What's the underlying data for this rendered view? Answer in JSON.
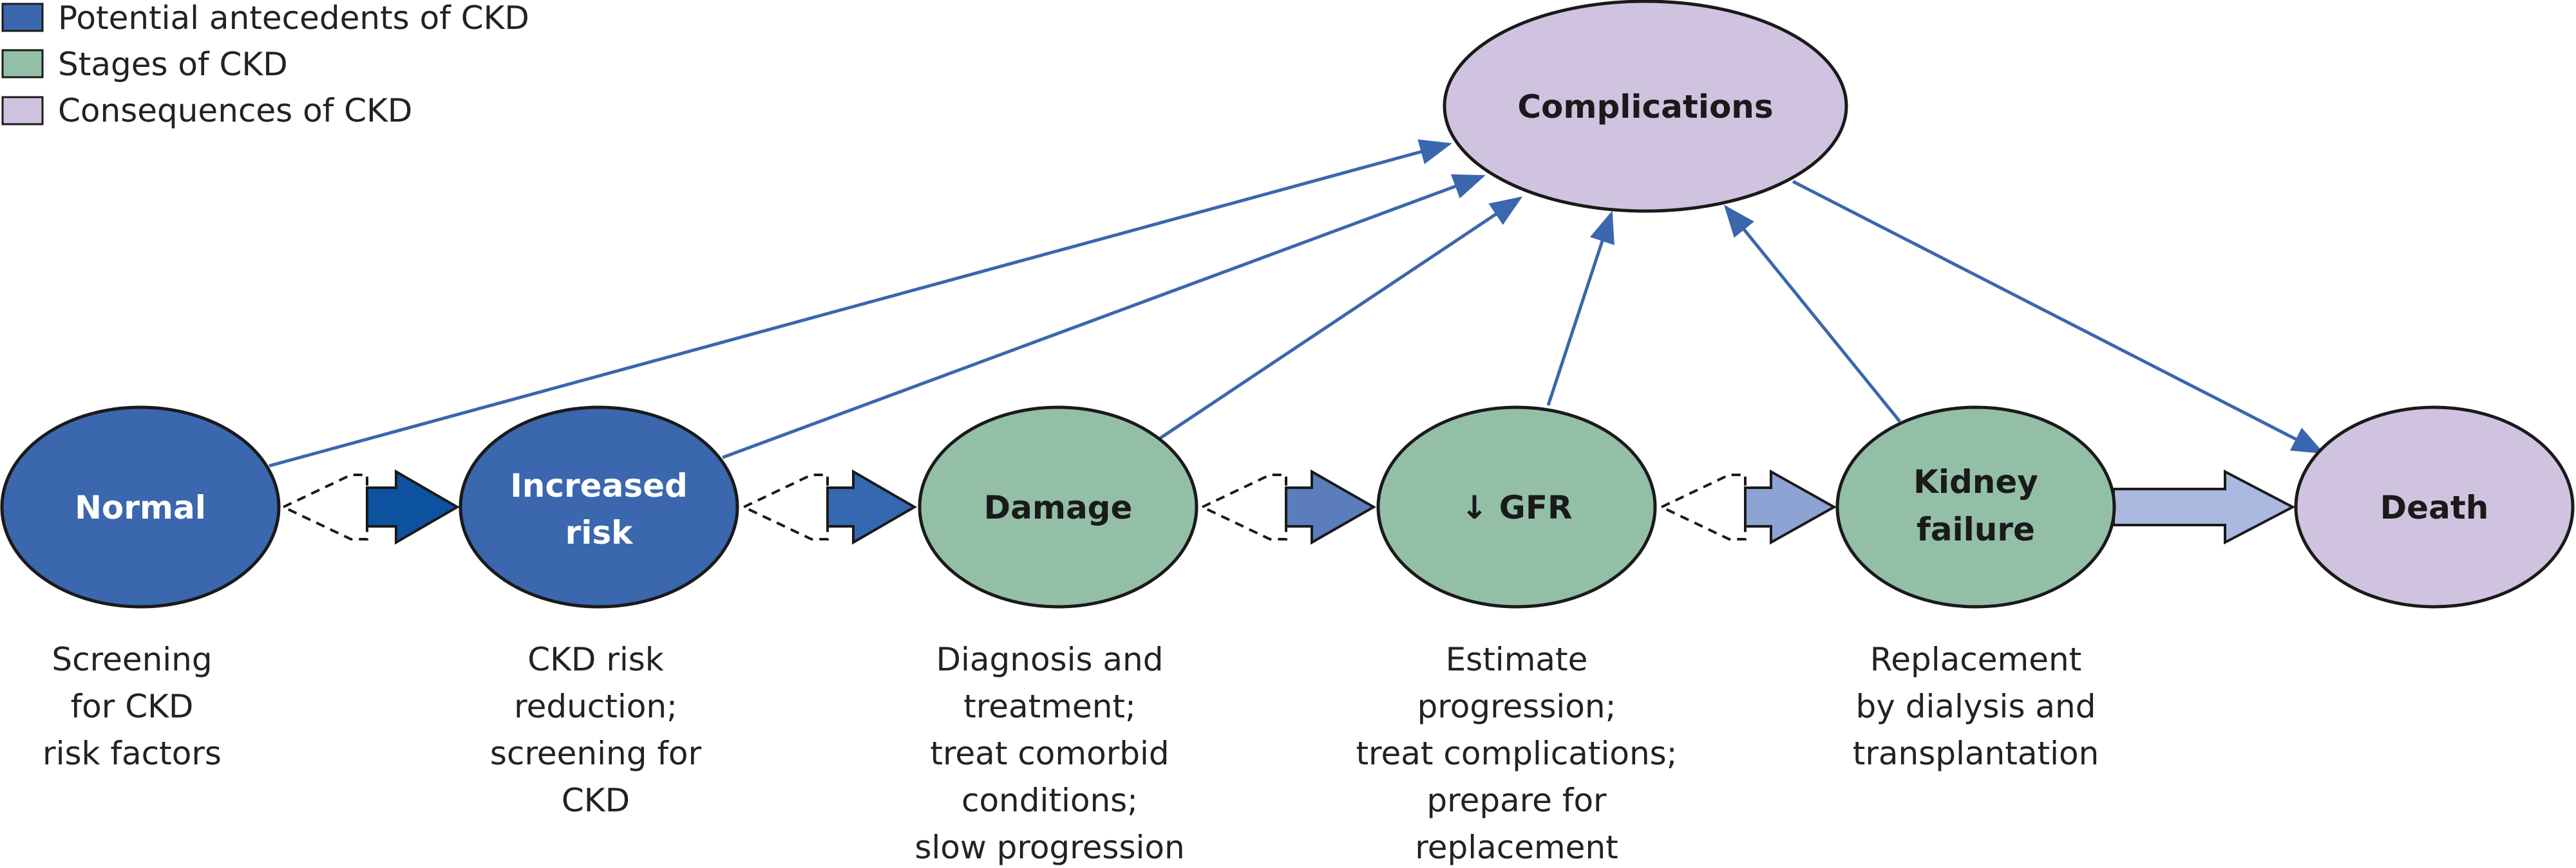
{
  "colors": {
    "antecedent": "#3a67ad",
    "stage": "#94bfa7",
    "consequence": "#d0c3e0",
    "edge": "#3a67ad",
    "outline": "#1a1a1a",
    "arrow1": "#0c52a0",
    "arrow2": "#3468b0",
    "arrow3": "#5b7dbc",
    "arrow4": "#8da3d3",
    "arrow5": "#a9b9e0"
  },
  "legend": [
    {
      "label": "Potential antecedents of CKD",
      "category": "antecedent"
    },
    {
      "label": "Stages of CKD",
      "category": "stage"
    },
    {
      "label": "Consequences of CKD",
      "category": "consequence"
    }
  ],
  "nodes": [
    {
      "id": "normal",
      "lines": [
        "Normal"
      ],
      "category": "antecedent",
      "caption": [
        "Screening",
        "for CKD",
        "risk factors"
      ]
    },
    {
      "id": "increased-risk",
      "lines": [
        "Increased",
        "risk"
      ],
      "category": "antecedent",
      "caption": [
        "CKD risk",
        "reduction;",
        "screening for",
        "CKD"
      ]
    },
    {
      "id": "damage",
      "lines": [
        "Damage"
      ],
      "category": "stage",
      "caption": [
        "Diagnosis and",
        "treatment;",
        "treat comorbid",
        "conditions;",
        "slow progression"
      ]
    },
    {
      "id": "gfr",
      "lines": [
        "↓ GFR"
      ],
      "category": "stage",
      "caption": [
        "Estimate",
        "progression;",
        "treat complications;",
        "prepare for",
        "replacement"
      ]
    },
    {
      "id": "kidney-failure",
      "lines": [
        "Kidney",
        "failure"
      ],
      "category": "stage",
      "caption": [
        "Replacement",
        "by dialysis and",
        "transplantation"
      ]
    },
    {
      "id": "death",
      "lines": [
        "Death"
      ],
      "category": "consequence",
      "caption": []
    },
    {
      "id": "complications",
      "lines": [
        "Complications"
      ],
      "category": "consequence",
      "caption": []
    }
  ]
}
